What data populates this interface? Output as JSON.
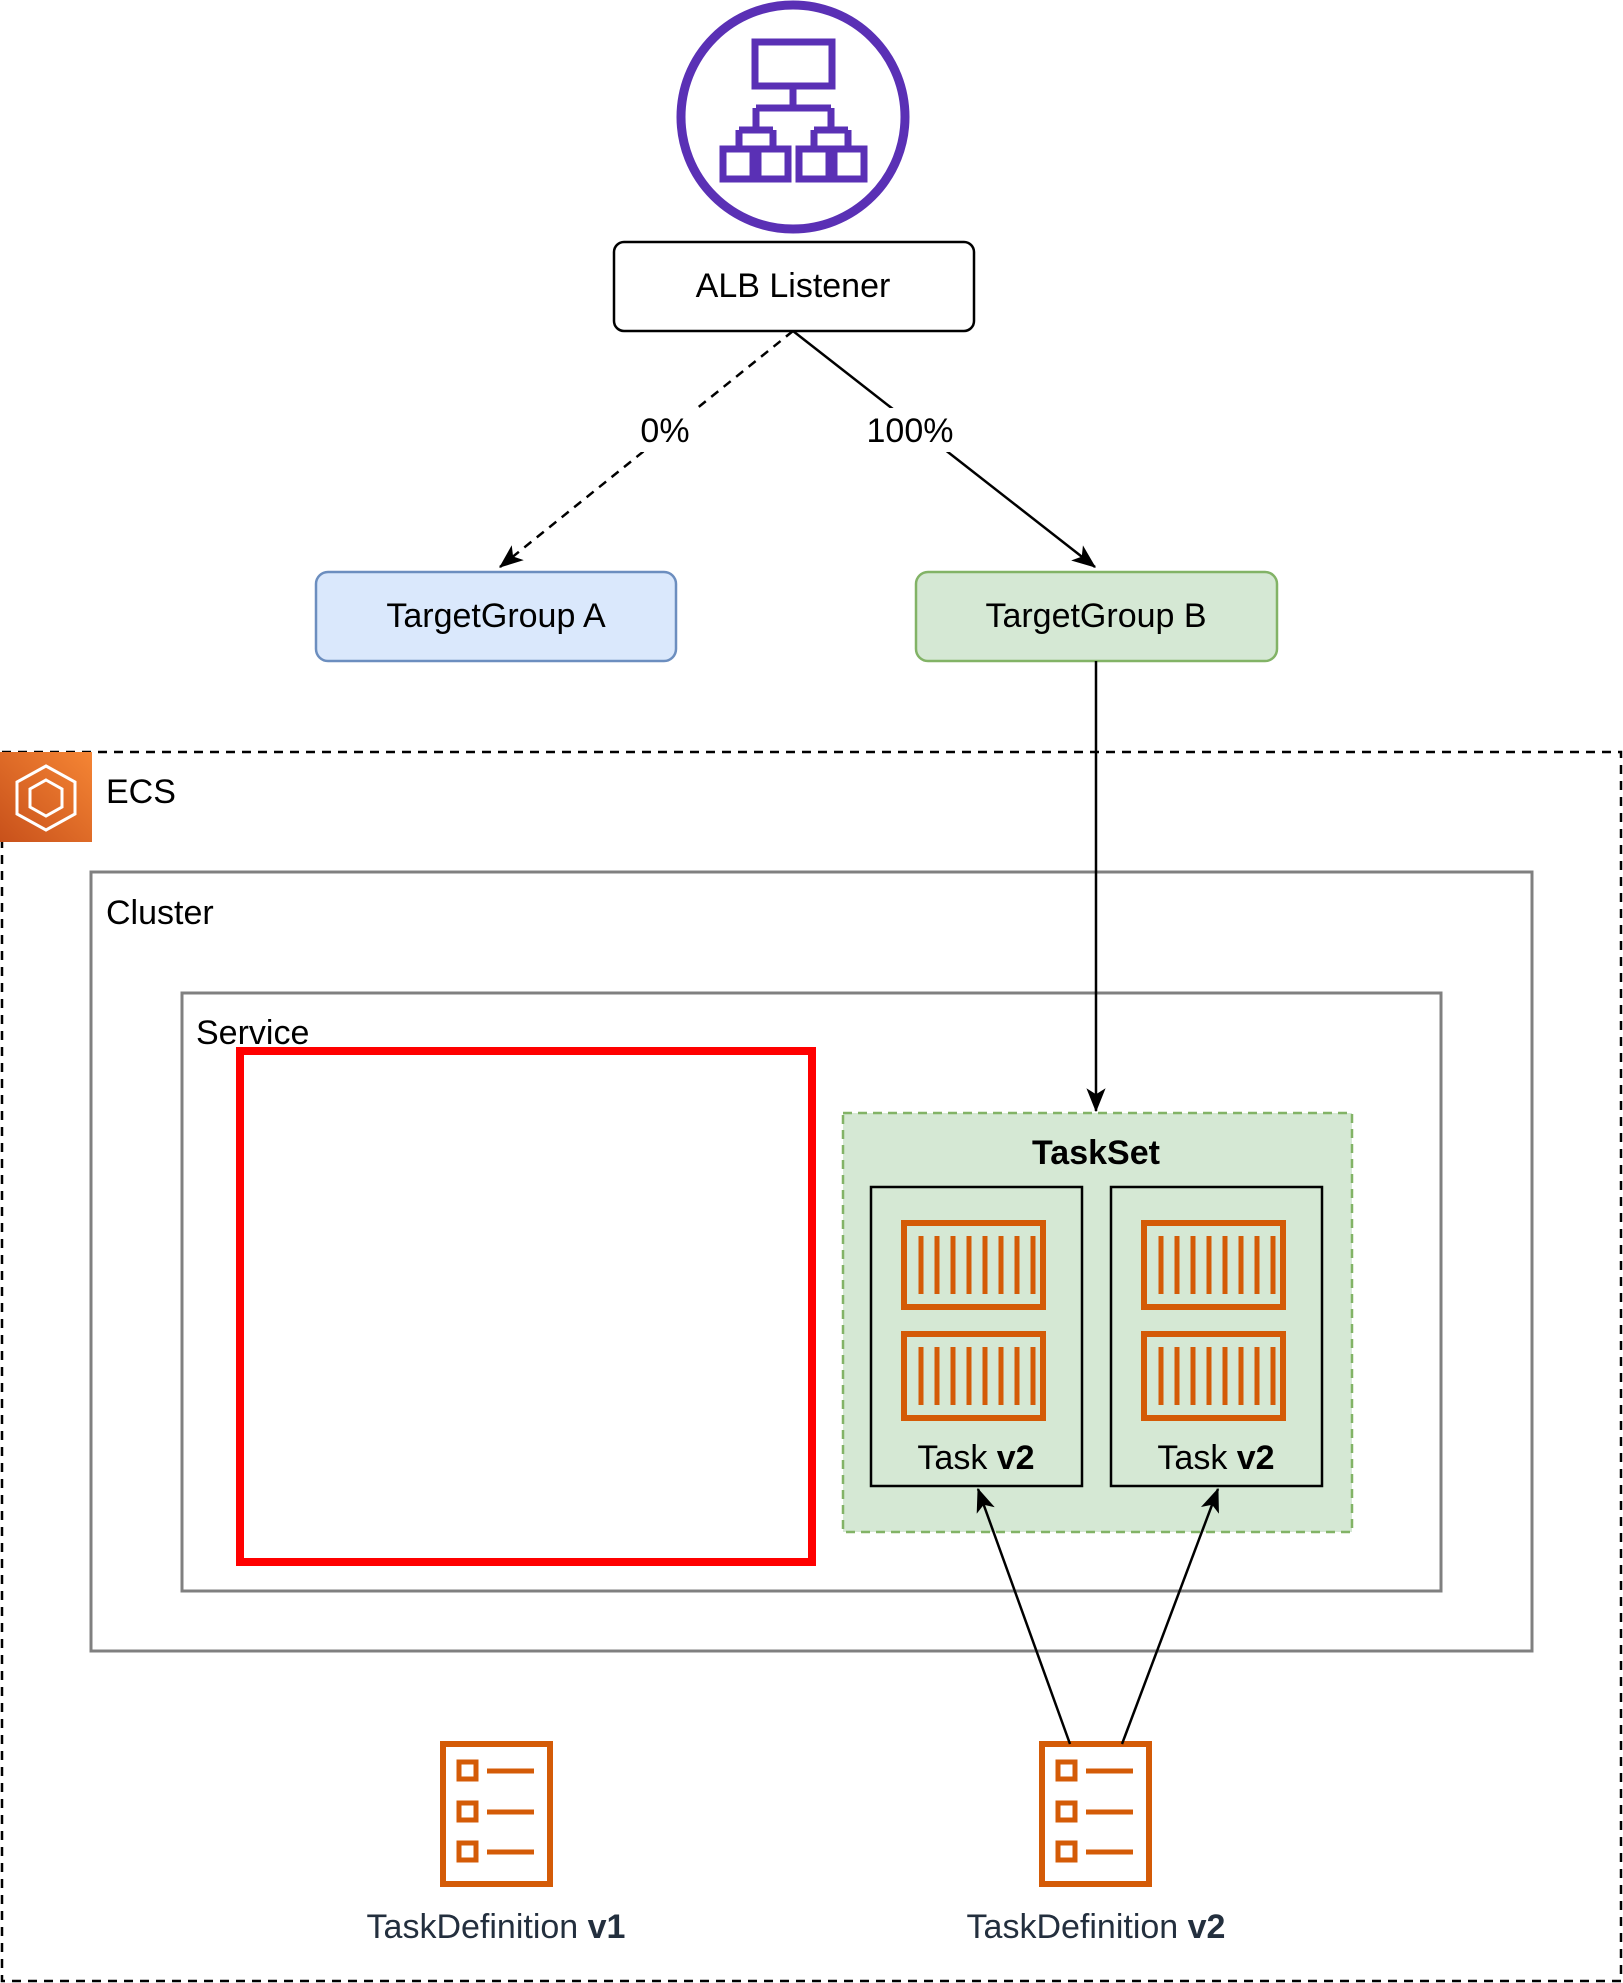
{
  "load_balancer": {
    "icon": "application-load-balancer-icon",
    "color": "#5a30b5",
    "listener_label": "ALB Listener"
  },
  "routes": [
    {
      "label": "0%",
      "target": "TargetGroup A",
      "style": "dashed"
    },
    {
      "label": "100%",
      "target": "TargetGroup B",
      "style": "solid"
    }
  ],
  "target_groups": {
    "a": {
      "label": "TargetGroup A",
      "fill": "#dae8fc",
      "stroke": "#6c8ebf"
    },
    "b": {
      "label": "TargetGroup B",
      "fill": "#d5e8d4",
      "stroke": "#82b366"
    }
  },
  "ecs": {
    "icon": "ecs-icon",
    "label": "ECS",
    "cluster_label": "Cluster",
    "service_label": "Service",
    "highlight_color": "#ff0000",
    "taskset": {
      "label": "TaskSet",
      "fill": "#d5e8d4",
      "stroke": "#82b366",
      "tasks": [
        {
          "prefix": "Task ",
          "version": "v2",
          "icon": "container-icon"
        },
        {
          "prefix": "Task ",
          "version": "v2",
          "icon": "container-icon"
        }
      ]
    }
  },
  "task_definitions": [
    {
      "prefix": "TaskDefinition ",
      "version": "v1",
      "icon": "task-definition-icon"
    },
    {
      "prefix": "TaskDefinition ",
      "version": "v2",
      "icon": "task-definition-icon"
    }
  ],
  "accent_orange": "#d45b07"
}
